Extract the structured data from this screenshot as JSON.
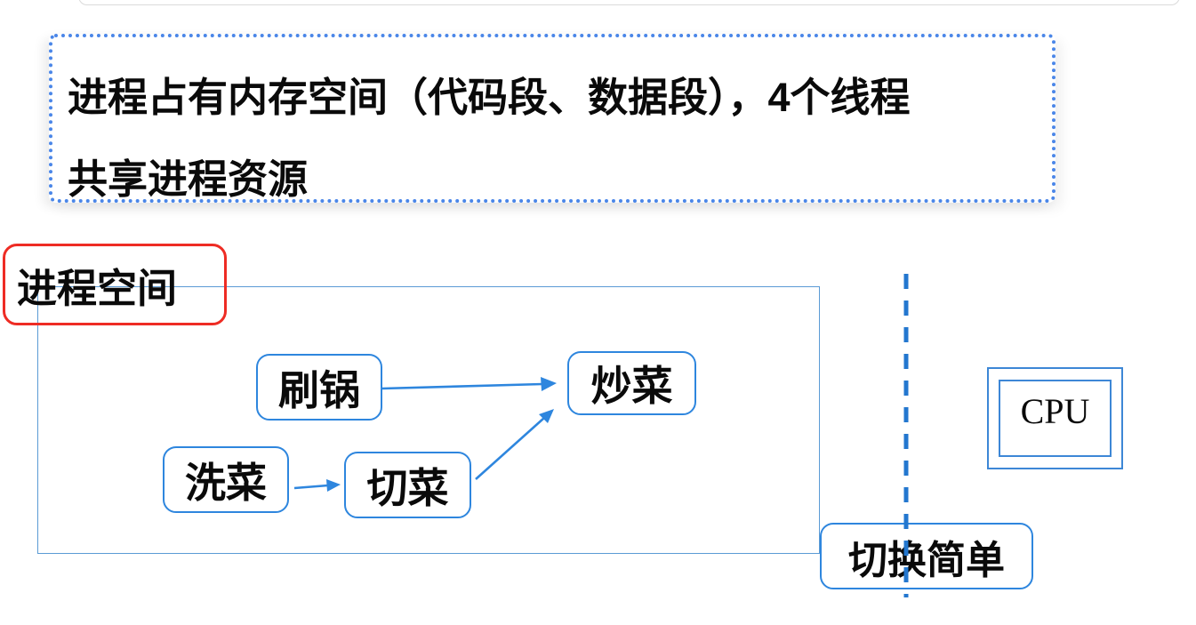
{
  "note_box": {
    "line1": "进程占有内存空间（代码段、数据段），4个线程",
    "line2": "共享进程资源"
  },
  "process_space": {
    "label": "进程空间"
  },
  "task_nodes": [
    {
      "label": "刷锅"
    },
    {
      "label": "炒菜"
    },
    {
      "label": "洗菜"
    },
    {
      "label": "切菜"
    }
  ],
  "edges": [
    {
      "from": "刷锅",
      "to": "炒菜"
    },
    {
      "from": "洗菜",
      "to": "切菜"
    },
    {
      "from": "切菜",
      "to": "炒菜"
    }
  ],
  "switch_box": {
    "label": "切换简单"
  },
  "cpu_box": {
    "label": "CPU"
  },
  "colors": {
    "task_box_border": "#2e86de",
    "process_rect_border": "#5b9bd5",
    "note_dotted_border": "#4a86e8",
    "dashed_divider": "#2377cf",
    "red_label_border": "#ee2c24",
    "arrow": "#2e86de",
    "text": "#0a0a0a"
  }
}
